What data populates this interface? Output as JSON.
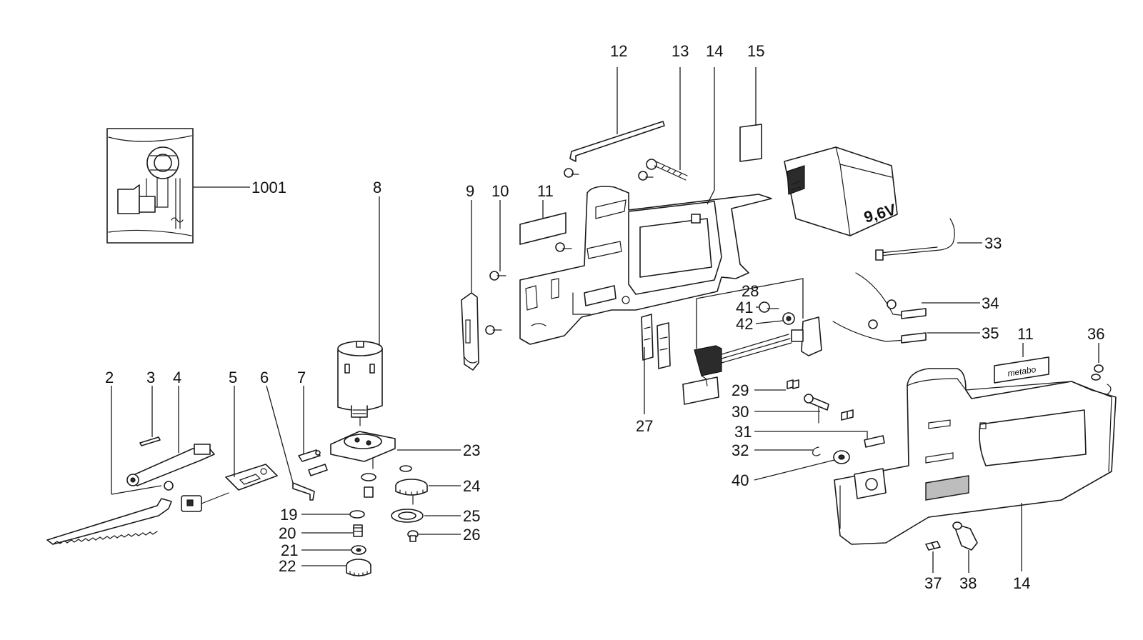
{
  "callouts": {
    "c1001": "1001",
    "c2": "2",
    "c3": "3",
    "c4": "4",
    "c5": "5",
    "c6": "6",
    "c7": "7",
    "c8": "8",
    "c9": "9",
    "c10": "10",
    "c11a": "11",
    "c11b": "11",
    "c12": "12",
    "c13": "13",
    "c14a": "14",
    "c14b": "14",
    "c15": "15",
    "c19": "19",
    "c20": "20",
    "c21": "21",
    "c22": "22",
    "c23": "23",
    "c24": "24",
    "c25": "25",
    "c26": "26",
    "c27": "27",
    "c28": "28",
    "c29": "29",
    "c30": "30",
    "c31": "31",
    "c32": "32",
    "c33": "33",
    "c34": "34",
    "c35": "35",
    "c36": "36",
    "c37": "37",
    "c38": "38",
    "c40": "40",
    "c41": "41",
    "c42": "42"
  },
  "battery_label": "9,6V",
  "brand_plate": "metabo"
}
